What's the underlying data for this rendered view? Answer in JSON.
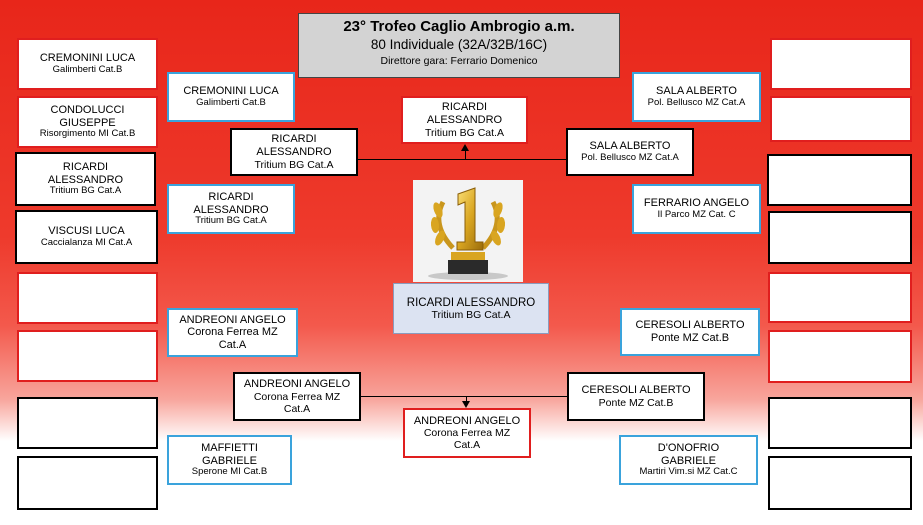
{
  "header": {
    "title": "23° Trofeo Caglio Ambrogio a.m.",
    "subtitle": "80 Individuale (32A/32B/16C)",
    "director": "Direttore gara: Ferrario Domenico"
  },
  "left_r1": [
    {
      "name": "CREMONINI LUCA",
      "club": "Galimberti  Cat.B"
    },
    {
      "name": "CONDOLUCCI GIUSEPPE",
      "club": "Risorgimento MI Cat.B"
    },
    {
      "name": "RICARDI ALESSANDRO",
      "club": "Tritium BG Cat.A"
    },
    {
      "name": "VISCUSI LUCA",
      "club": "Caccialanza MI Cat.A"
    },
    {
      "name": "",
      "club": ""
    },
    {
      "name": "",
      "club": ""
    },
    {
      "name": "",
      "club": ""
    },
    {
      "name": "",
      "club": ""
    }
  ],
  "right_r1": [
    {
      "name": "",
      "club": ""
    },
    {
      "name": "",
      "club": ""
    },
    {
      "name": "",
      "club": ""
    },
    {
      "name": "",
      "club": ""
    },
    {
      "name": "",
      "club": ""
    },
    {
      "name": "",
      "club": ""
    },
    {
      "name": "",
      "club": ""
    },
    {
      "name": "",
      "club": ""
    }
  ],
  "left_r2": [
    {
      "name": "CREMONINI LUCA",
      "club": "Galimberti  Cat.B"
    },
    {
      "name": "RICARDI ALESSANDRO",
      "club": "Tritium BG Cat.A"
    },
    {
      "name": "ANDREONI ANGELO",
      "club": "Corona Ferrea MZ Cat.A"
    },
    {
      "name": "MAFFIETTI GABRIELE",
      "club": "Sperone  MI Cat.B"
    }
  ],
  "right_r2": [
    {
      "name": "SALA ALBERTO",
      "club": "Pol. Bellusco MZ Cat.A"
    },
    {
      "name": "FERRARIO ANGELO",
      "club": "Il Parco MZ Cat. C"
    },
    {
      "name": "CERESOLI ALBERTO",
      "club": "Ponte MZ Cat.B"
    },
    {
      "name": "D'ONOFRIO GABRIELE",
      "club": "Martiri Vim.si MZ Cat.C"
    }
  ],
  "left_semi": [
    {
      "name": "RICARDI ALESSANDRO",
      "club": "Tritium BG Cat.A"
    },
    {
      "name": "ANDREONI ANGELO",
      "club": "Corona Ferrea MZ Cat.A"
    }
  ],
  "right_semi": [
    {
      "name": "SALA ALBERTO",
      "club": "Pol. Bellusco MZ Cat.A"
    },
    {
      "name": "CERESOLI ALBERTO",
      "club": "Ponte MZ Cat.B"
    }
  ],
  "finalists": [
    {
      "name": "RICARDI ALESSANDRO",
      "club": "Tritium BG Cat.A"
    },
    {
      "name": "ANDREONI ANGELO",
      "club": "Corona Ferrea MZ Cat.A"
    }
  ],
  "winner": {
    "name": "RICARDI ALESSANDRO",
    "club": "Tritium BG Cat.A"
  },
  "trophy": {
    "icon": "trophy-number-one-icon",
    "digit": "1",
    "gold": "#d9a520"
  }
}
